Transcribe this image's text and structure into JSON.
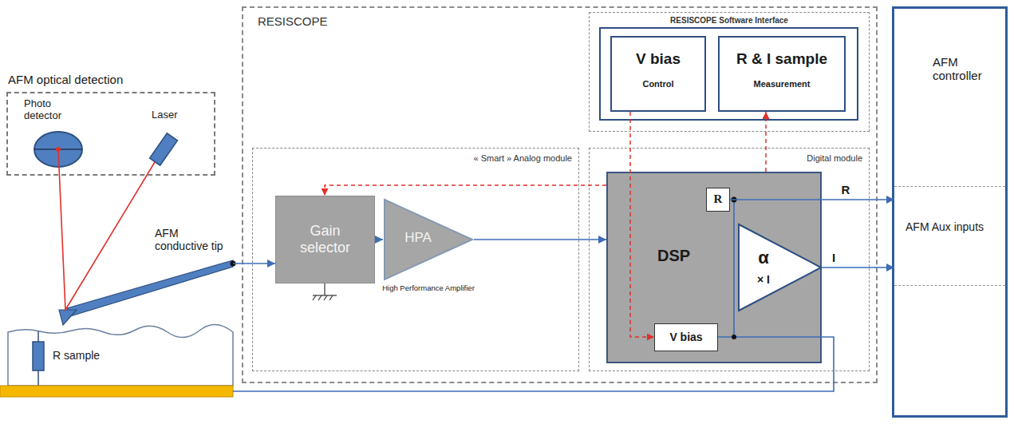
{
  "diagram": {
    "nodes": [
      {
        "text": [
          "AFM optical detection"
        ]
      },
      {
        "text": [
          "Photo detector"
        ],
        "in": 0
      },
      {
        "text": [
          "Laser"
        ],
        "in": 0
      },
      {
        "text": [
          "AFM conductive tip"
        ]
      },
      {
        "text": [
          "R sample"
        ]
      },
      {
        "text": [
          "RESISCOPE"
        ]
      },
      {
        "text": [
          "RESISCOPE Software Interface"
        ],
        "in": 5
      },
      {
        "text": [
          "V bias",
          "Control"
        ],
        "in": 6
      },
      {
        "text": [
          "R & I sample",
          "Measurement"
        ],
        "in": 6
      },
      {
        "text": [
          "« Smart » Analog module"
        ],
        "in": 5
      },
      {
        "text": [
          "Gain selector"
        ],
        "in": 9
      },
      {
        "text": [
          "HPA",
          "High Performance Amplifier"
        ],
        "in": 9
      },
      {
        "text": [
          "Digital module"
        ],
        "in": 5
      },
      {
        "text": [
          "DSP"
        ],
        "in": 12
      },
      {
        "text": [
          "R"
        ],
        "in": 13
      },
      {
        "text": [
          "α",
          "× I"
        ],
        "in": 13
      },
      {
        "text": [
          "V bias"
        ],
        "in": 13
      },
      {
        "text": [
          "AFM controller"
        ]
      },
      {
        "text": [
          "AFM Aux inputs"
        ],
        "in": 17
      }
    ],
    "edges": [
      {
        "from": 3,
        "to": 10,
        "arrow": "to"
      },
      {
        "from": 10,
        "to": 11,
        "arrow": "to"
      },
      {
        "from": 11,
        "to": 13,
        "arrow": "to"
      },
      {
        "from": 14,
        "to": 18,
        "label": "R",
        "arrow": "to"
      },
      {
        "from": 15,
        "to": 18,
        "label": "I",
        "arrow": "to"
      },
      {
        "from": 13,
        "to": 10,
        "arrow": "to"
      },
      {
        "from": 7,
        "to": 16,
        "arrow": "to"
      },
      {
        "from": 13,
        "to": 8,
        "arrow": "to"
      }
    ]
  }
}
